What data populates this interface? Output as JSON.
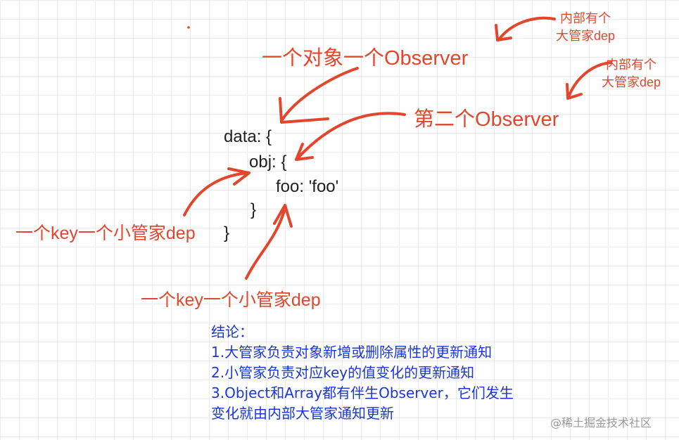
{
  "code": {
    "line1": "data: {",
    "line2": "obj: {",
    "line3": "foo: 'foo'",
    "line4": "}",
    "line5": "}"
  },
  "annotations": {
    "obj_observer": "一个对象一个Observer",
    "second_observer": "第二个Observer",
    "big_dep_top_line1": "内部有个",
    "big_dep_top_line2": "大管家dep",
    "big_dep_right_line1": "内部有个",
    "big_dep_right_line2": "大管家dep",
    "key_dep_left": "一个key一个小管家dep",
    "key_dep_bottom": "一个key一个小管家dep"
  },
  "conclusion": {
    "title": "结论：",
    "items": [
      "1.大管家负责对象新增或删除属性的更新通知",
      "2.小管家负责对应key的值变化的更新通知",
      "3.Object和Array都有伴生Observer，它们发生",
      "变化就由内部大管家通知更新"
    ]
  },
  "watermark": "@稀土掘金技术社区",
  "colors": {
    "annotation": "#e2462c",
    "conclusion": "#1a36d8",
    "code": "#1f1f1f",
    "watermark": "#9a9a9a"
  }
}
